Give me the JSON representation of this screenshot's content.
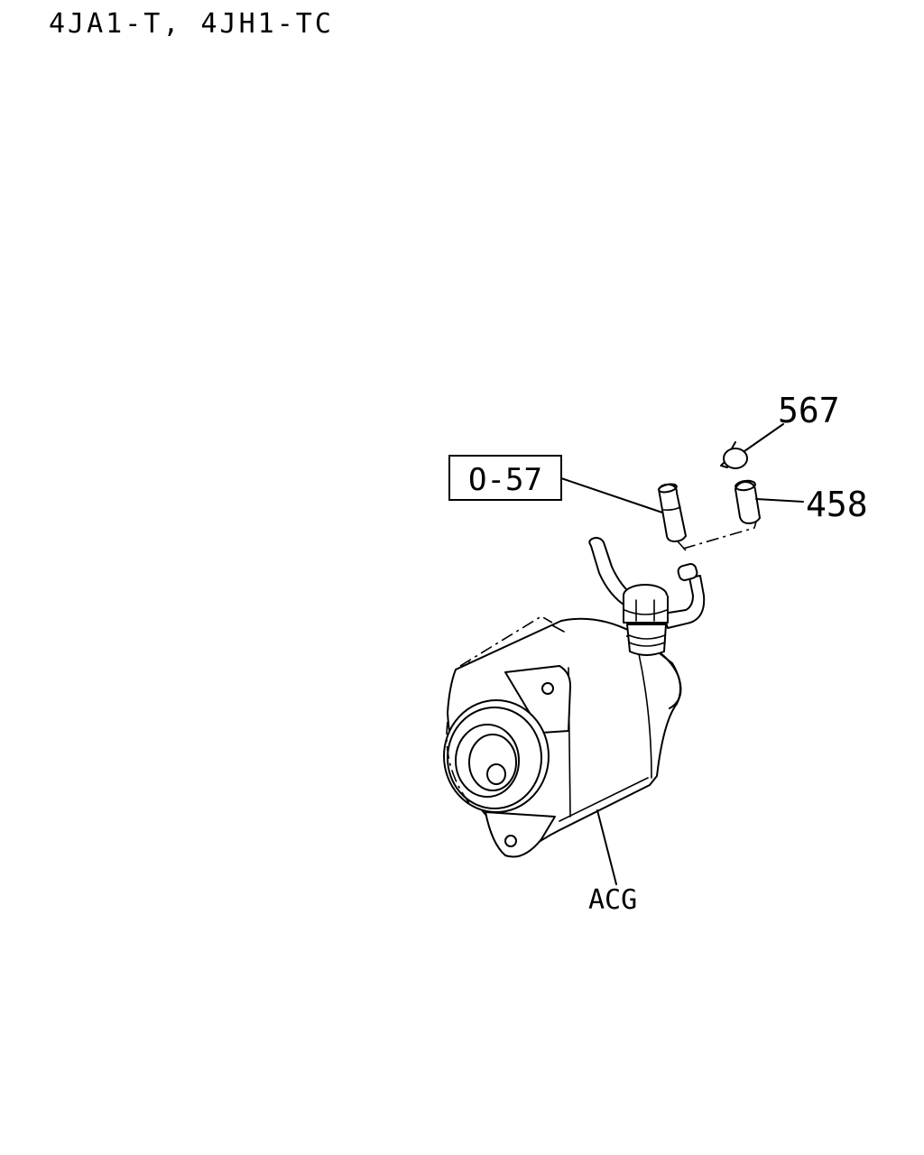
{
  "header": {
    "title": "4JA1-T, 4JH1-TC"
  },
  "callouts": {
    "ref_box": "O-57",
    "part_567": "567",
    "part_458": "458",
    "acg": "ACG"
  }
}
